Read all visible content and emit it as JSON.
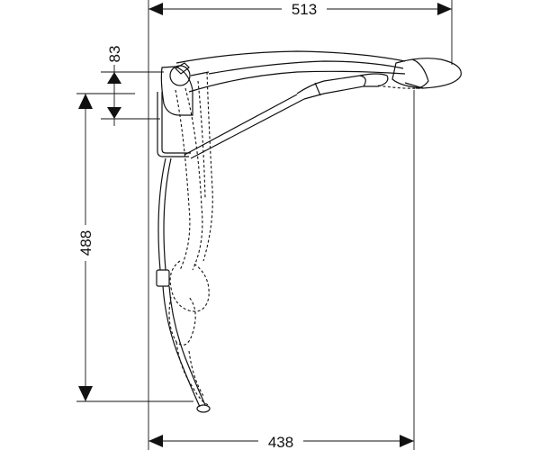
{
  "dimensions": {
    "top_width": "513",
    "bottom_width": "438",
    "left_height": "488",
    "mount_height": "83"
  },
  "colors": {
    "ink": "#111111",
    "background": "#ffffff"
  }
}
